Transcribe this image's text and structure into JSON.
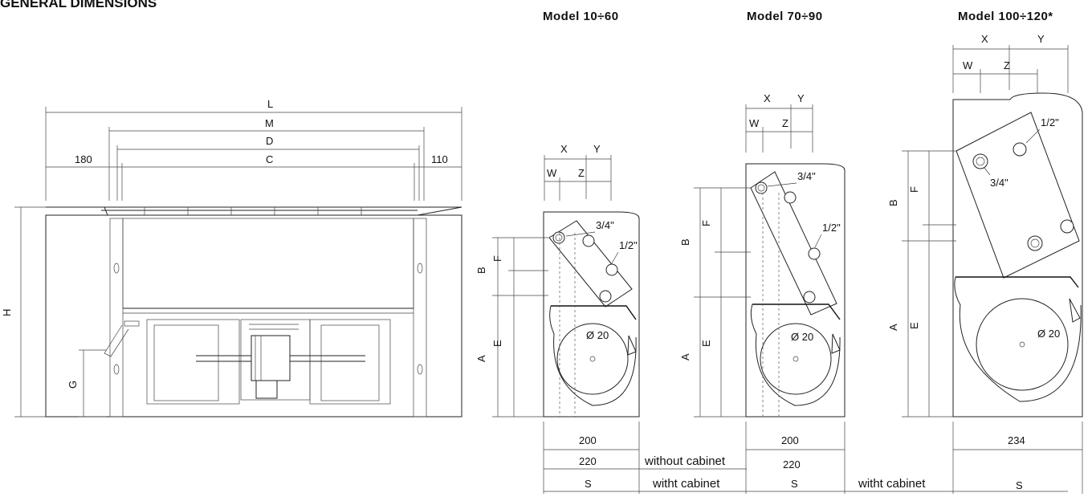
{
  "title": "GENERAL DIMENSIONS",
  "models": [
    "Model 10÷60",
    "Model 70÷90",
    "Model 100÷120*"
  ],
  "front_view": {
    "L": "L",
    "M": "M",
    "D": "D",
    "C": "C",
    "H": "H",
    "G": "G",
    "left_offset": "180",
    "right_offset": "110"
  },
  "side_labels": {
    "X": "X",
    "Y": "Y",
    "W": "W",
    "Z": "Z",
    "A": "A",
    "B": "B",
    "E": "E",
    "F": "F",
    "S": "S"
  },
  "fittings": {
    "three_quarter": "3/4\"",
    "half": "1/2\"",
    "drain": "Ø 20"
  },
  "widths": {
    "m1_inner": "200",
    "m1_outer": "220",
    "m2_inner": "200",
    "m2_outer": "220",
    "m3_inner": "234"
  },
  "cabinet_notes": {
    "without": "without cabinet",
    "with1": "witht cabinet",
    "with2": "witht cabinet"
  }
}
